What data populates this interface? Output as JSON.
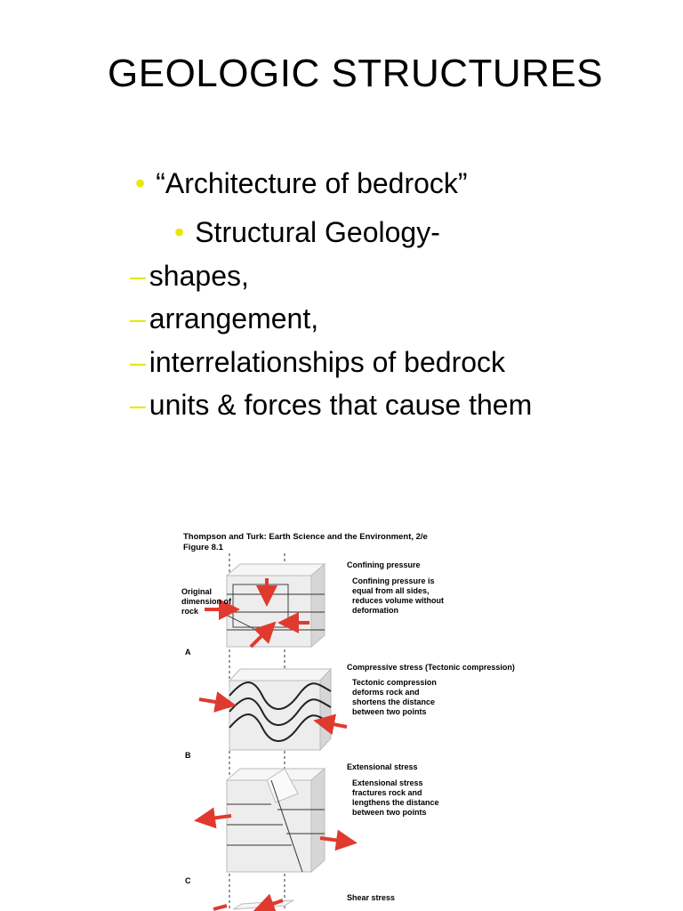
{
  "slide": {
    "title": "GEOLOGIC STRUCTURES",
    "bullet_1": "“Architecture of bedrock”",
    "bullet_2": "Structural Geology-",
    "sub_items": [
      "shapes,",
      "arrangement,",
      "interrelationships of bedrock",
      "units & forces that cause them"
    ],
    "bullet_mark": "•",
    "dash_mark": "–"
  },
  "figure": {
    "credit_line_1": "Thompson and Turk: Earth Science and the Environment, 2/e",
    "credit_line_2": "Figure 8.1",
    "original_label": "Original dimension of rock",
    "panels": [
      {
        "letter": "A",
        "heading": "Confining pressure",
        "description": "Confining pressure is equal from all sides, reduces volume without deformation"
      },
      {
        "letter": "B",
        "heading": "Compressive stress (Tectonic compression)",
        "description": "Tectonic compression deforms rock and shortens the distance between two points"
      },
      {
        "letter": "C",
        "heading": "Extensional stress",
        "description": "Extensional stress fractures rock and lengthens the distance between two points"
      },
      {
        "letter": "",
        "heading": "Shear stress",
        "description": ""
      }
    ],
    "colors": {
      "arrow": "#e03a2f",
      "block_front": "#ededed",
      "block_top": "#f6f6f6",
      "block_side": "#d6d6d6",
      "bullet": "#e8e800"
    }
  }
}
